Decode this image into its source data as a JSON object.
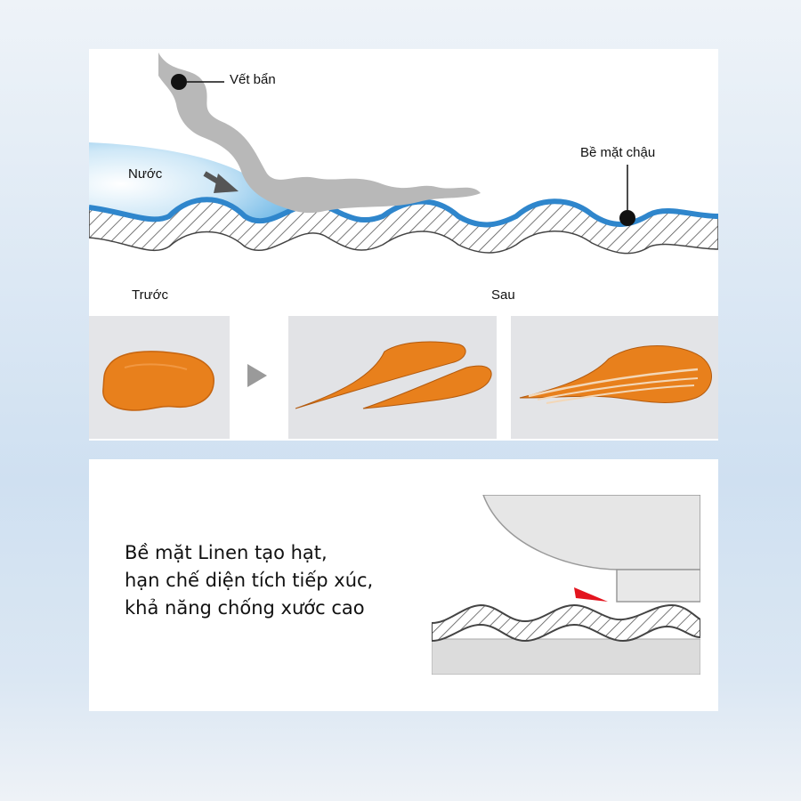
{
  "top_diagram": {
    "dirt_label": "Vết bẩn",
    "water_label": "Nước",
    "surface_label": "Bề mặt chậu"
  },
  "comparison": {
    "before_label": "Trước",
    "after_label": "Sau",
    "arrow_icon": "play-triangle-icon",
    "stain_color": "#e8801c"
  },
  "feature": {
    "caption_lines": [
      "Bề mặt Linen tạo hạt,",
      "hạn chế diện tích tiếp xúc,",
      "khả năng chống xước cao"
    ]
  },
  "colors": {
    "water_blue": "#2f86cc",
    "dirt_gray": "#b5b5b5",
    "marker": "#e3141e"
  }
}
